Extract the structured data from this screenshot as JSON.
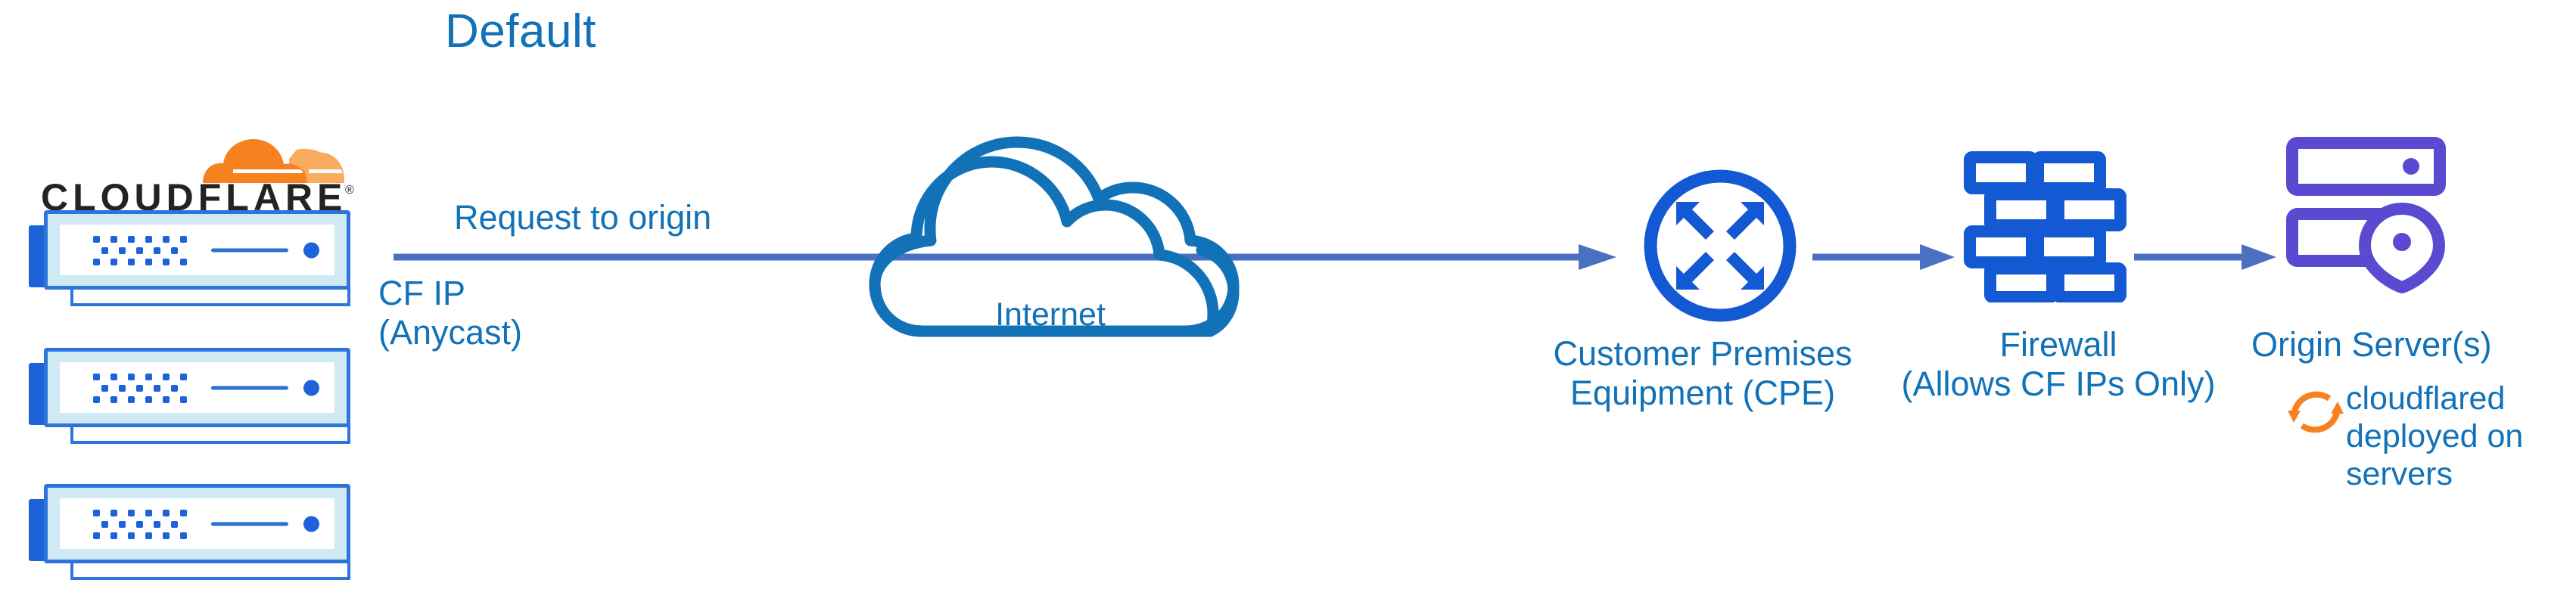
{
  "title": "Default",
  "colors": {
    "title_blue": "#1272b8",
    "label_blue": "#1272b8",
    "arrow_blue": "#4a70bf",
    "cloud_blue": "#1272b8",
    "icon_blue": "#1d62d8",
    "server_purple": "#5a4ad1",
    "cloudflare_orange": "#f6821f",
    "cloudflare_orange_light": "#f9ab5e",
    "wordmark_black": "#232324",
    "server_body": "#cfeaf2",
    "server_border": "#2e74dd"
  },
  "brand": {
    "name": "CLOUDFLARE",
    "logo_icon": "cloudflare-cloud-logo-icon",
    "trademark": "®"
  },
  "servers": {
    "icon": "rack-server-icon",
    "count": 3,
    "items": [
      {
        "name": "cloudflare-edge-server-1"
      },
      {
        "name": "cloudflare-edge-server-2"
      },
      {
        "name": "cloudflare-edge-server-3"
      }
    ]
  },
  "labels": {
    "request_to_origin": "Request to origin",
    "cf_ip": "CF IP\n(Anycast)",
    "internet": "Internet",
    "cpe": "Customer Premises\nEquipment (CPE)",
    "firewall": "Firewall\n(Allows CF IPs Only)",
    "origin_server": "Origin Server(s)",
    "cloudflared": "cloudflared\ndeployed on\nservers"
  },
  "icons": {
    "internet_cloud": "cloud-icon",
    "cpe_router": "router-four-arrows-icon",
    "firewall": "brick-wall-icon",
    "origin_server": "server-stack-location-pin-icon",
    "cloudflared": "sync-circular-arrows-icon"
  },
  "connectors": [
    {
      "name": "arrow-origin-request",
      "from": "cloudflare-edge-servers",
      "to": "customer-premises-equipment",
      "label": "Request to origin",
      "direction": "right"
    },
    {
      "name": "arrow-cpe-firewall",
      "from": "customer-premises-equipment",
      "to": "firewall",
      "direction": "right"
    },
    {
      "name": "arrow-firewall-origin",
      "from": "firewall",
      "to": "origin-servers",
      "direction": "right"
    }
  ],
  "flow_sequence": [
    "Cloudflare edge servers (CF IP / Anycast)",
    "Internet",
    "Customer Premises Equipment (CPE)",
    "Firewall (Allows CF IPs Only)",
    "Origin Server(s) with cloudflared deployed on servers"
  ]
}
